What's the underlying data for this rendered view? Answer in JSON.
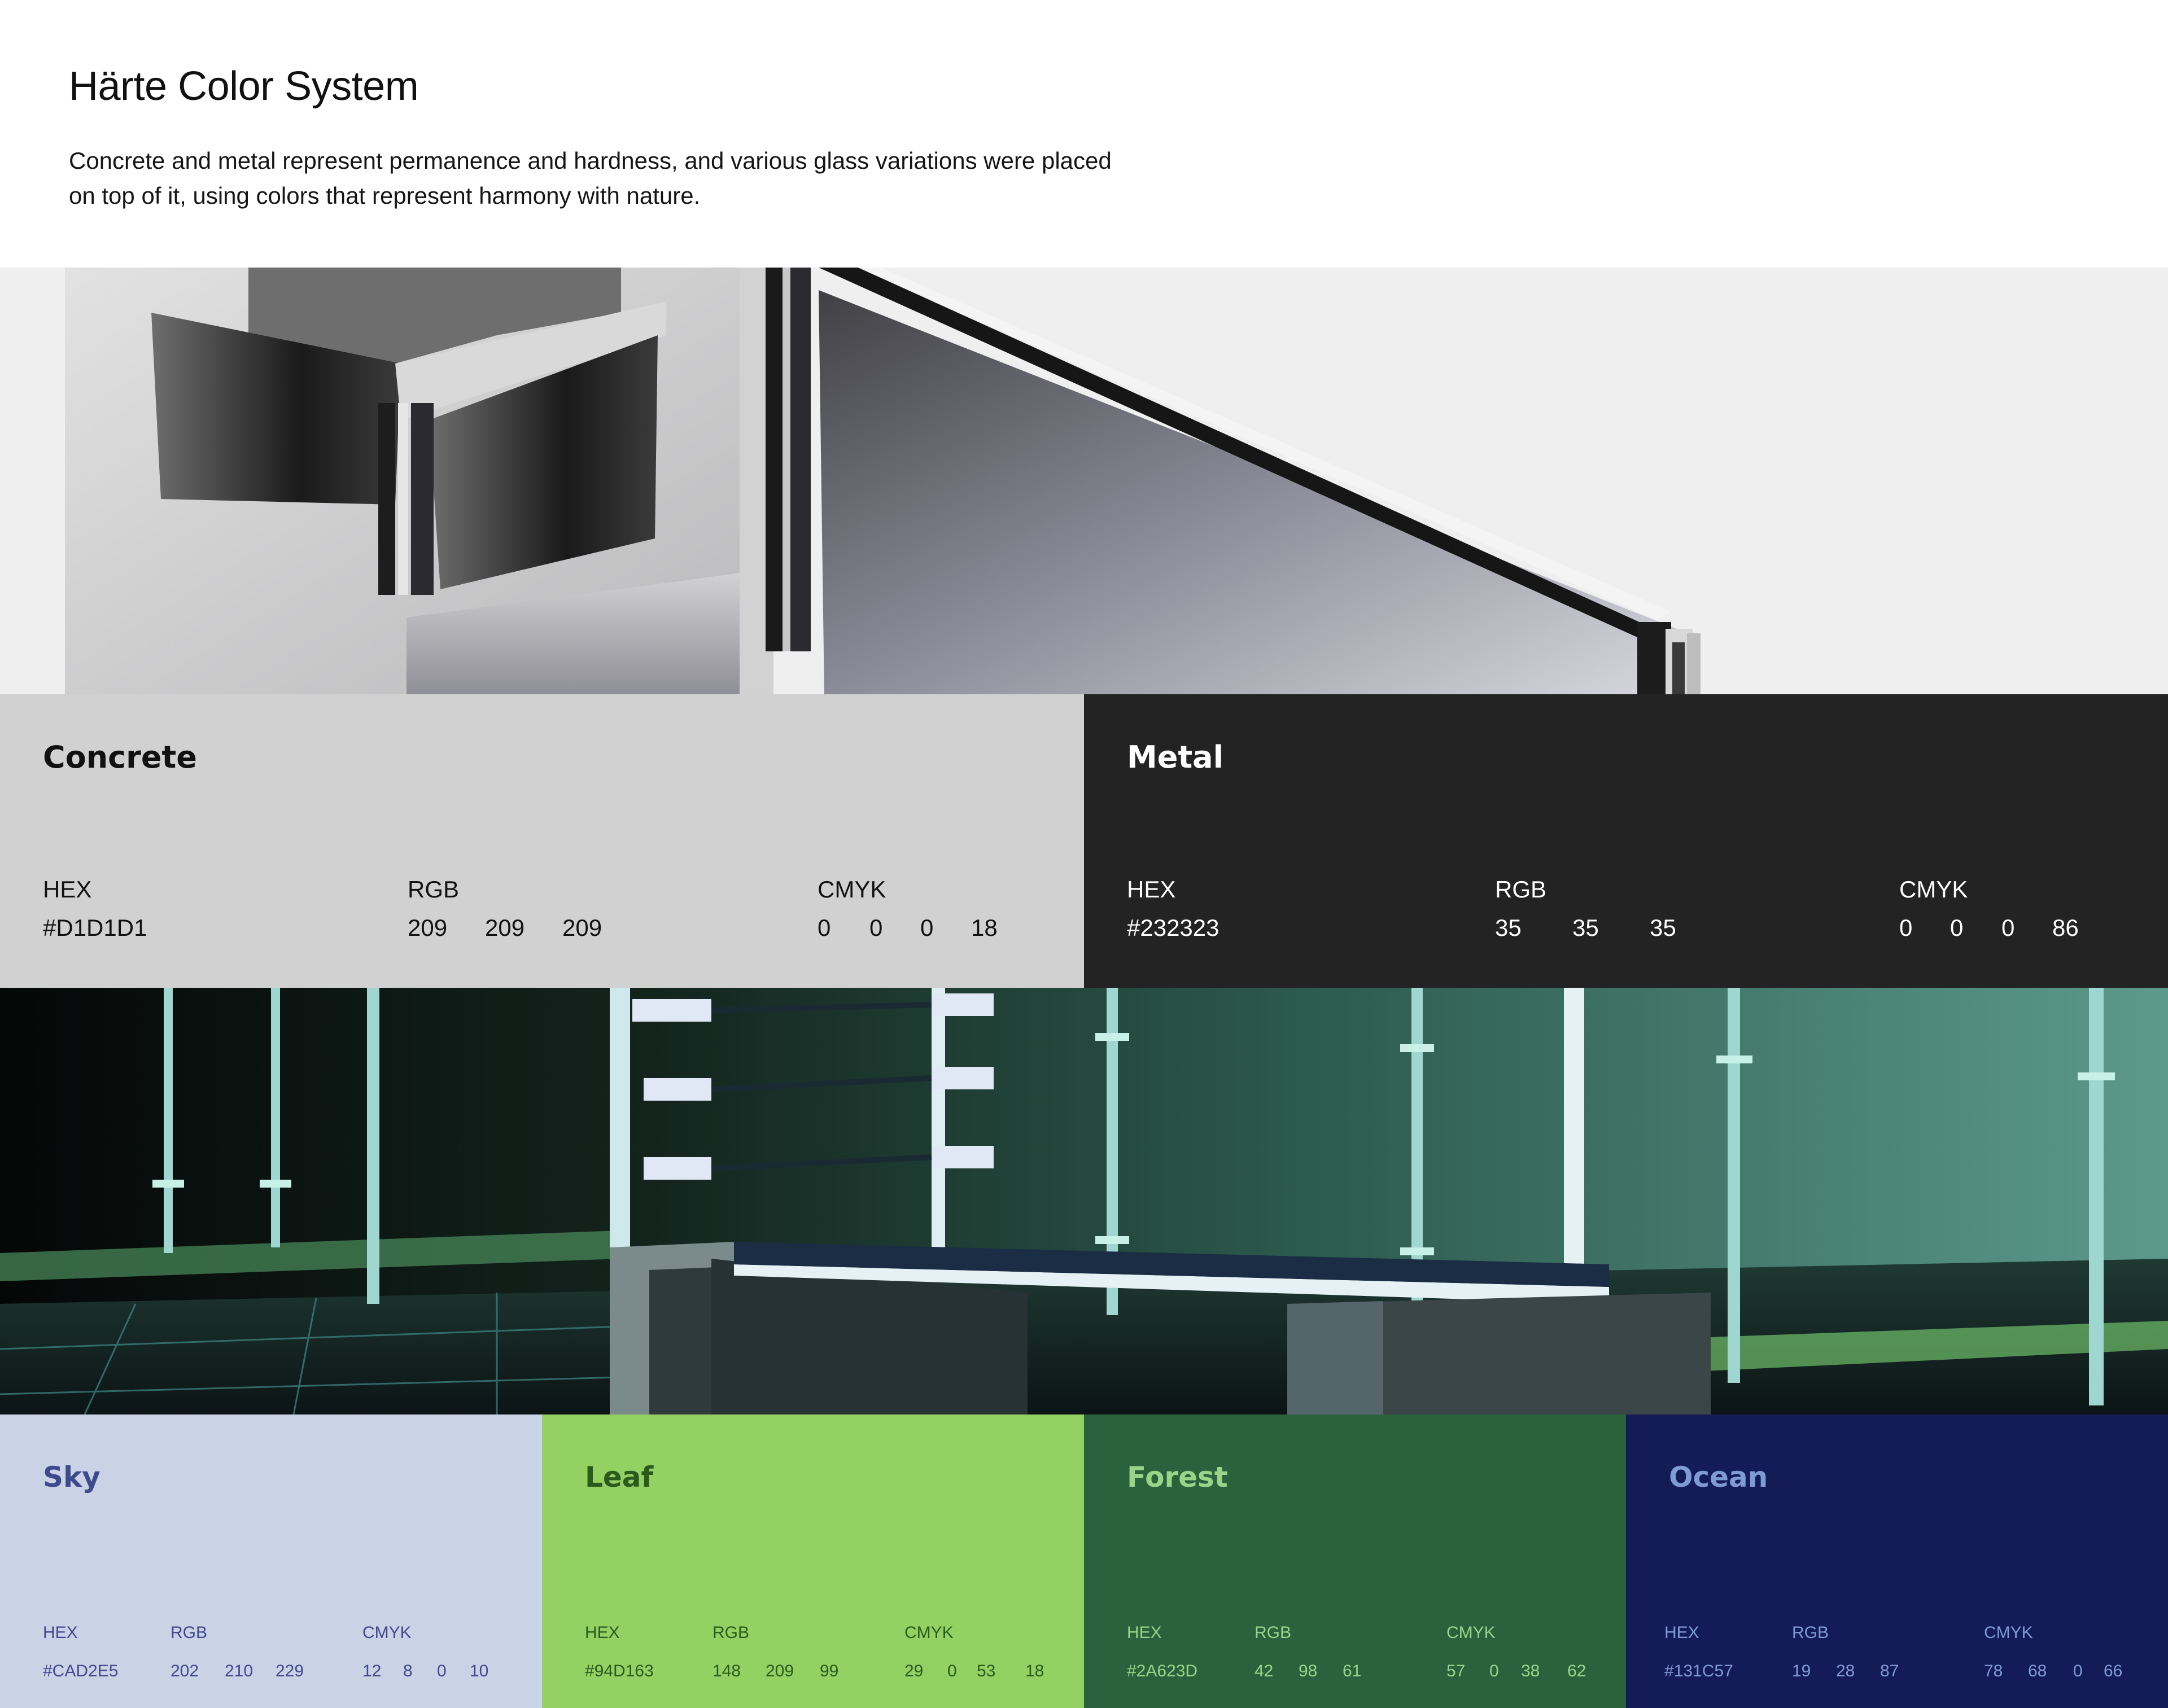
{
  "header": {
    "title": "Härte Color System",
    "description": "Concrete and metal represent permanence and hardness, and various glass variations were placed on top of it, using colors that represent harmony with nature."
  },
  "labels": {
    "hex": "HEX",
    "rgb": "RGB",
    "cmyk": "CMYK"
  },
  "colors": {
    "concrete": {
      "name": "Concrete",
      "hex": "#D1D1D1",
      "rgb": [
        "209",
        "209",
        "209"
      ],
      "cmyk": [
        "0",
        "0",
        "0",
        "18"
      ],
      "bg": "#D1D1D1",
      "fg": "#111111"
    },
    "metal": {
      "name": "Metal",
      "hex": "#232323",
      "rgb": [
        "35",
        "35",
        "35"
      ],
      "cmyk": [
        "0",
        "0",
        "0",
        "86"
      ],
      "bg": "#232323",
      "fg": "#ffffff"
    },
    "sky": {
      "name": "Sky",
      "hex": "#CAD2E5",
      "rgb": [
        "202",
        "210",
        "229"
      ],
      "cmyk": [
        "12",
        "8",
        "0",
        "10"
      ],
      "bg": "#CAD2E5",
      "fg": "#3E4A8E"
    },
    "leaf": {
      "name": "Leaf",
      "hex": "#94D163",
      "rgb": [
        "148",
        "209",
        "99"
      ],
      "cmyk": [
        "29",
        "0",
        "53",
        "18"
      ],
      "bg": "#94D163",
      "fg": "#2A5A1E"
    },
    "forest": {
      "name": "Forest",
      "hex": "#2A623D",
      "rgb": [
        "42",
        "98",
        "61"
      ],
      "cmyk": [
        "57",
        "0",
        "38",
        "62"
      ],
      "bg": "#2A623D",
      "fg": "#9AD487"
    },
    "ocean": {
      "name": "Ocean",
      "hex": "#131C57",
      "rgb": [
        "19",
        "28",
        "87"
      ],
      "cmyk": [
        "78",
        "68",
        "0",
        "66"
      ],
      "bg": "#131C57",
      "fg": "#7F9BD4"
    }
  }
}
